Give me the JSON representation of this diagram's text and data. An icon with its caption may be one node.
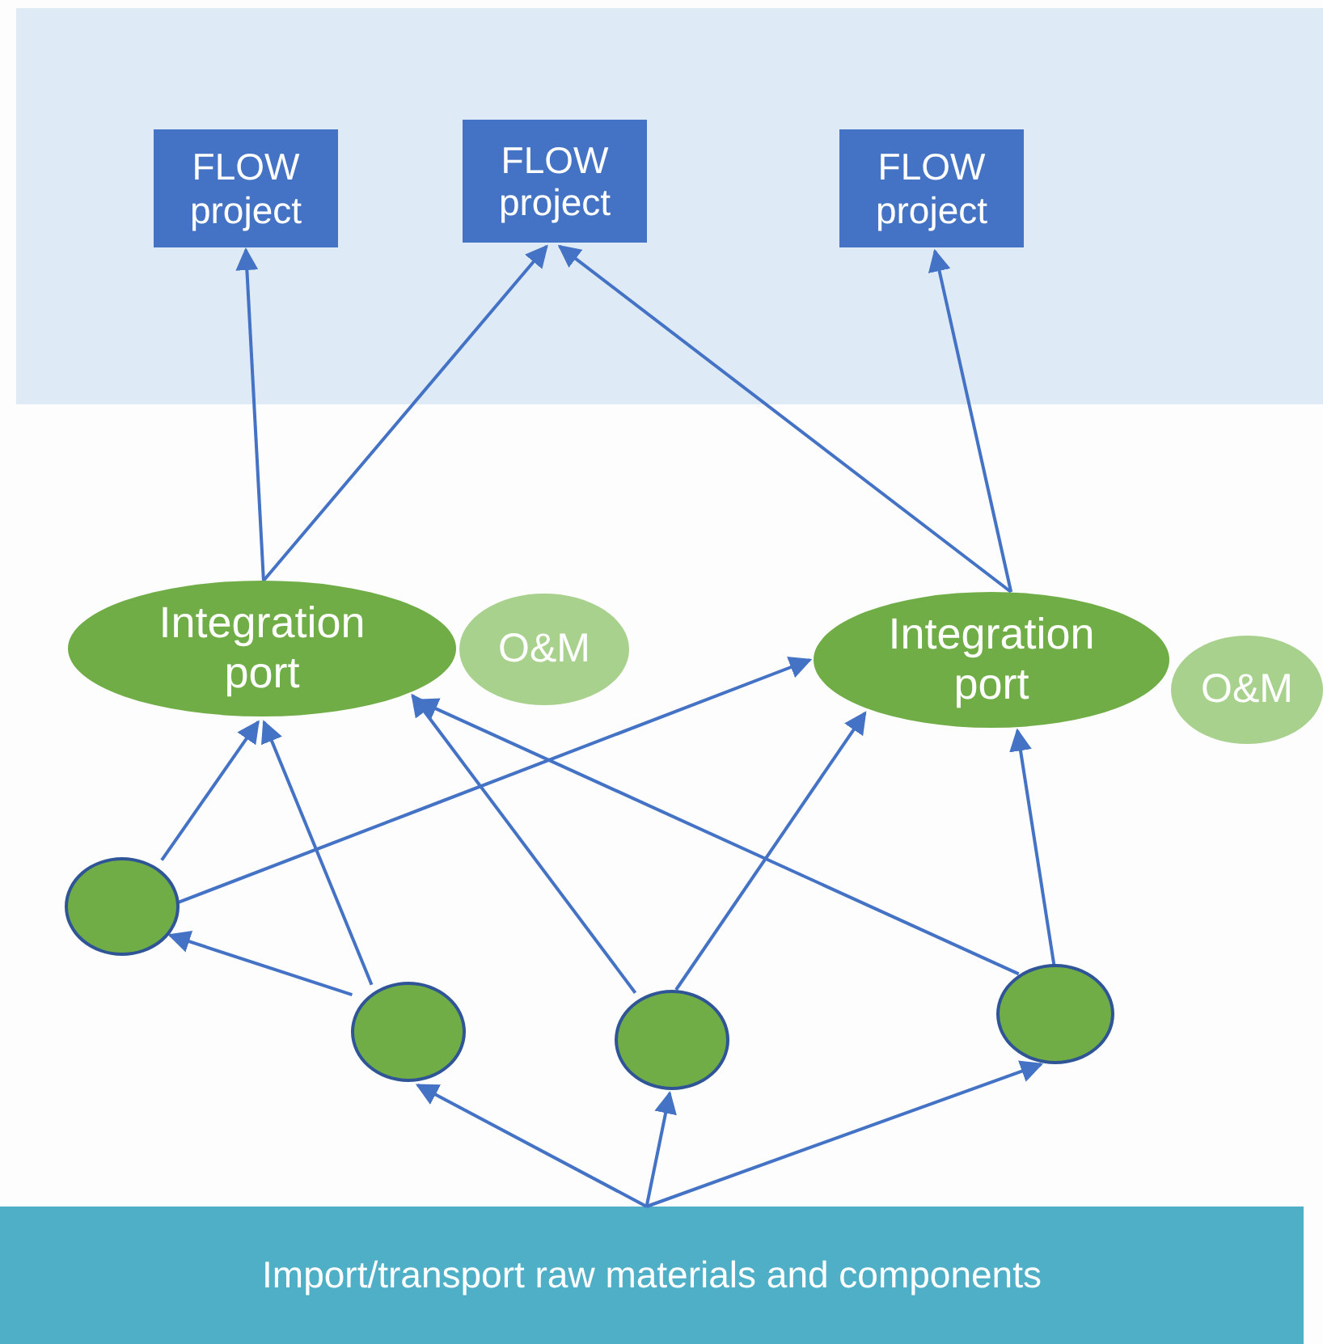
{
  "diagram": {
    "nodes": [
      {
        "text": [],
        "shape": "box"
      },
      {
        "text": [
          "FLOW project"
        ],
        "in": 0
      },
      {
        "text": [
          "FLOW project"
        ],
        "in": 0
      },
      {
        "text": [
          "FLOW project"
        ],
        "in": 0
      },
      {
        "text": [
          "Integration port"
        ]
      },
      {
        "text": [
          "O&M"
        ]
      },
      {
        "text": [
          "Integration port"
        ]
      },
      {
        "text": [
          "O&M"
        ]
      },
      {
        "text": [],
        "shape": "circle"
      },
      {
        "text": [],
        "shape": "circle"
      },
      {
        "text": [],
        "shape": "circle"
      },
      {
        "text": [],
        "shape": "circle"
      },
      {
        "text": [
          "Import/transport raw materials and components"
        ]
      }
    ],
    "edges": [
      {
        "from": 4,
        "to": 1,
        "arrow": "to"
      },
      {
        "from": 4,
        "to": 2,
        "arrow": "to"
      },
      {
        "from": 6,
        "to": 2,
        "arrow": "to"
      },
      {
        "from": 6,
        "to": 3,
        "arrow": "to"
      },
      {
        "from": 8,
        "to": 4,
        "arrow": "to"
      },
      {
        "from": 9,
        "to": 4,
        "arrow": "to"
      },
      {
        "from": 8,
        "to": 6,
        "arrow": "to"
      },
      {
        "from": 10,
        "to": 4,
        "arrow": "to"
      },
      {
        "from": 11,
        "to": 4,
        "arrow": "to"
      },
      {
        "from": 10,
        "to": 6,
        "arrow": "to"
      },
      {
        "from": 11,
        "to": 6,
        "arrow": "to"
      },
      {
        "from": 9,
        "to": 8,
        "arrow": "to"
      },
      {
        "from": 12,
        "to": 9,
        "arrow": "to"
      },
      {
        "from": 12,
        "to": 10,
        "arrow": "to"
      },
      {
        "from": 12,
        "to": 11,
        "arrow": "to"
      }
    ]
  }
}
